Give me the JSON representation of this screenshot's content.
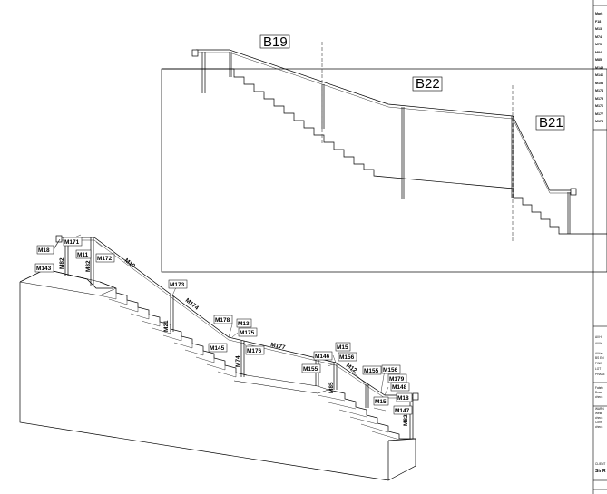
{
  "elevation_labels": [
    "B19",
    "B22",
    "B21"
  ],
  "iso_labels": [
    "M18",
    "M171",
    "M11",
    "M172",
    "M143",
    "M82",
    "M82",
    "M10",
    "M173",
    "M174",
    "M21",
    "M178",
    "M13",
    "M175",
    "M145",
    "M176",
    "M74",
    "M177",
    "M146",
    "M15",
    "M156",
    "M155",
    "M85",
    "M12",
    "M155",
    "M156",
    "M179",
    "M148",
    "M18",
    "M15",
    "M147",
    "M82"
  ],
  "title_block": {
    "schedule_header": "Mark",
    "schedule_items": [
      "F18",
      "M13",
      "M74",
      "M75",
      "M84",
      "M85",
      "M145",
      "M146",
      "M158",
      "M174",
      "M175",
      "M176",
      "M177",
      "M178"
    ],
    "notes": [
      "All Hi",
      "All W",
      "All fas",
      "BS EN",
      "FINIS",
      "LOT",
      "PHASE",
      "Fabric",
      "Drawi",
      "check",
      "WARN",
      "Weld",
      "check",
      "Confi",
      "check"
    ],
    "client_label": "CLIENT",
    "client_name": "Sir R"
  },
  "colors": {
    "line": "#000000",
    "background": "#ffffff",
    "centerline": "#555555"
  }
}
